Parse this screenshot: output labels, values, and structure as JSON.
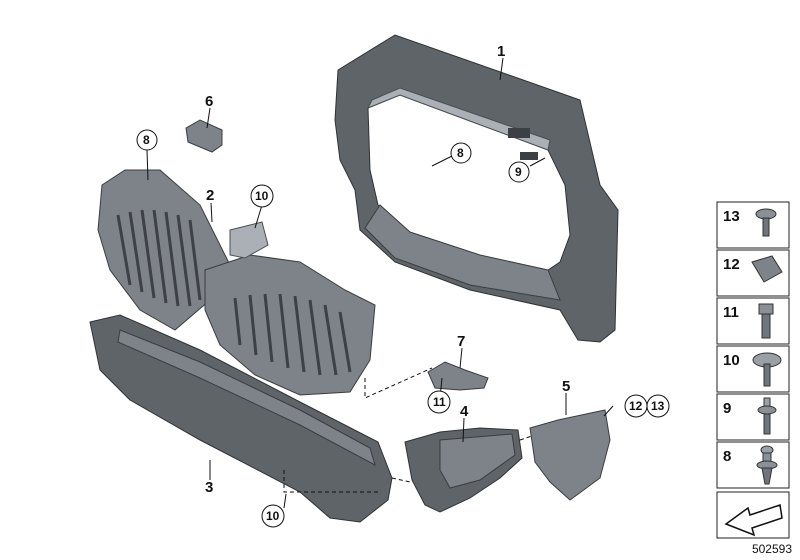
{
  "callouts": {
    "p1": "1",
    "p2": "2",
    "p3": "3",
    "p4": "4",
    "p5": "5",
    "p6": "6",
    "p7": "7",
    "p8a": "8",
    "p8b": "8",
    "p9": "9",
    "p10a": "10",
    "p10b": "10",
    "p11": "11",
    "p12": "12",
    "p13": "13"
  },
  "legend": {
    "items": [
      "13",
      "12",
      "11",
      "10",
      "9",
      "8"
    ]
  },
  "document_number": "502593",
  "icons": {
    "next_page": "arrow-right-icon"
  }
}
